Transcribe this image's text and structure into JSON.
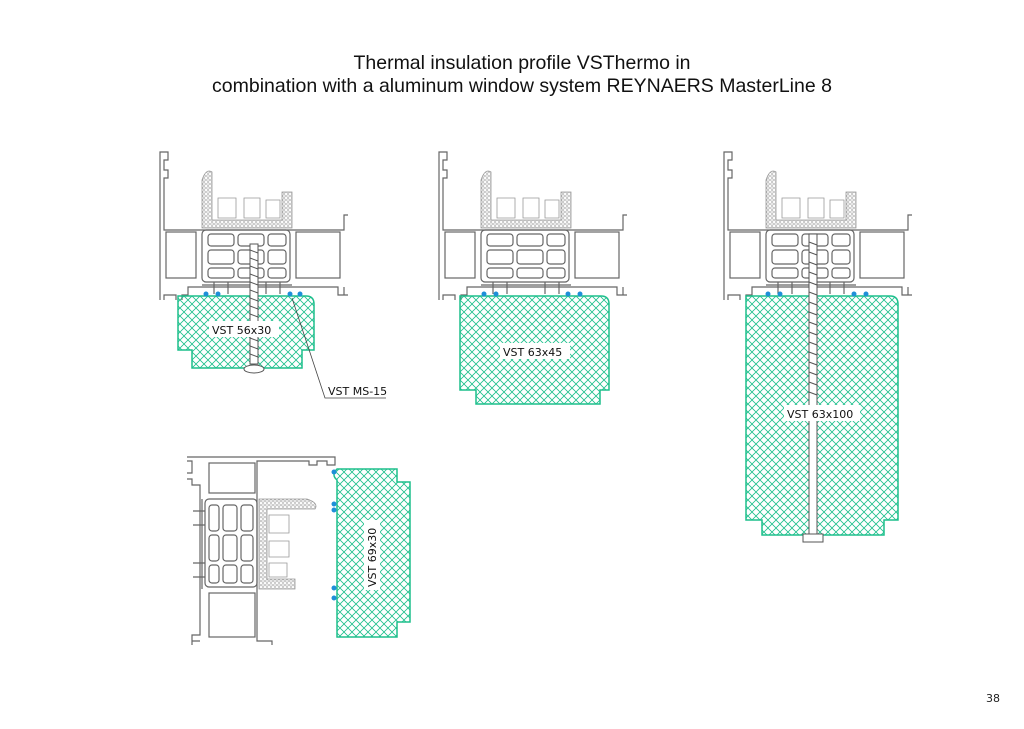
{
  "title": {
    "line1": "Thermal insulation profile VSThermo in",
    "line2": "combination with a aluminum window system REYNAERS MasterLine 8"
  },
  "drawings": [
    {
      "label": "VST 56x30",
      "gasket_label": "VST MS-15"
    },
    {
      "label": "VST 63x45"
    },
    {
      "label": "VST 63x100"
    },
    {
      "label": "VST 69x30"
    }
  ],
  "colors": {
    "insulation": "#1dbf8c",
    "gasket": "#1e8fd8",
    "profile": "#666666"
  },
  "page_number": "38"
}
